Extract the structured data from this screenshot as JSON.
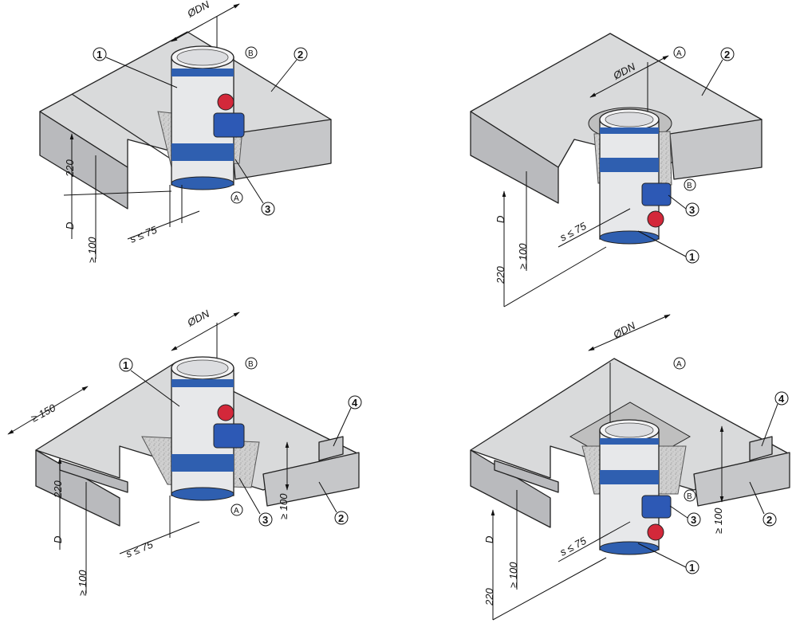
{
  "labels": {
    "dn": "ØDN",
    "h220": "220",
    "d": "D",
    "ge100": "≥ 100",
    "s75": "s ≤ 75",
    "ge150": "≥ 150",
    "n1": "1",
    "n2": "2",
    "n3": "3",
    "n4": "4",
    "la": "A",
    "lb": "B"
  },
  "colors": {
    "slab_top": "#d9dadb",
    "slab_side": "#c6c7c9",
    "slab_front": "#b9babd",
    "pipe": "#e7e8ea",
    "pipe_shade": "#cfd1d4",
    "band": "#2f5fb0",
    "valve_blue": "#2d59b5",
    "valve_red": "#d3283a",
    "filler": "#c9c9c9"
  }
}
